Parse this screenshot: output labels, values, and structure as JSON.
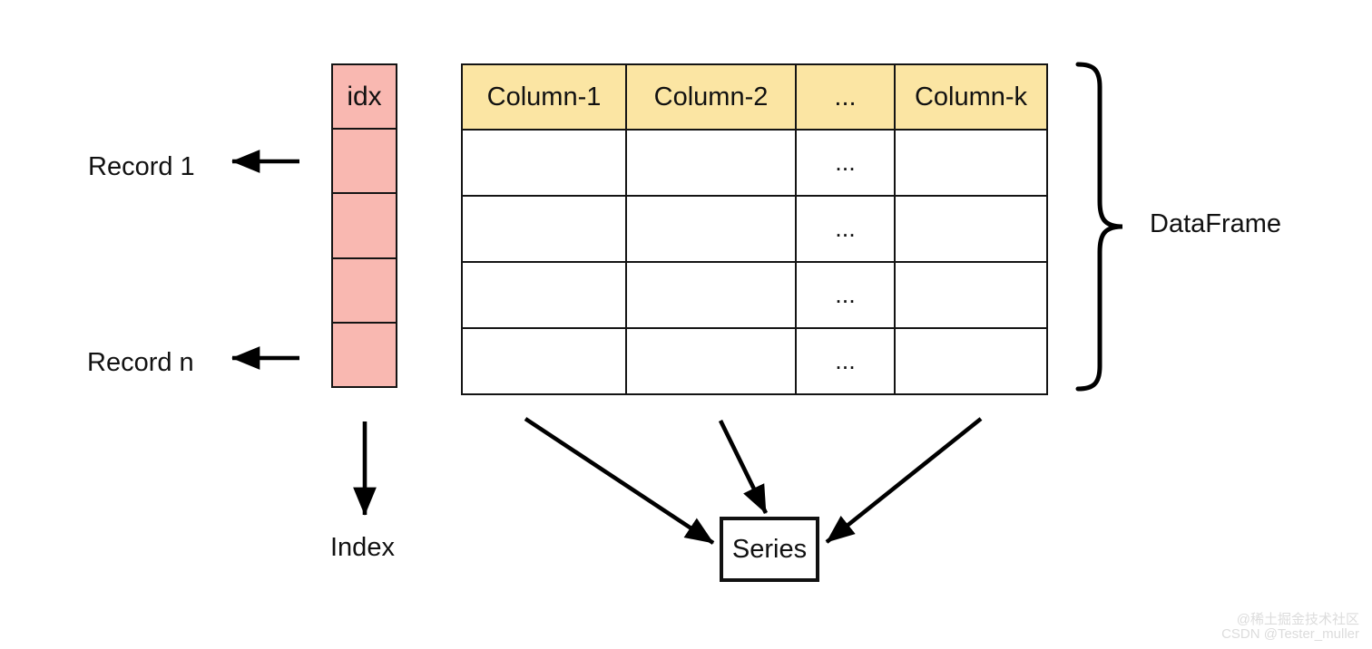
{
  "diagram": {
    "index_column": {
      "header": "idx",
      "row_count": 4
    },
    "table": {
      "headers": [
        "Column-1",
        "Column-2",
        "...",
        "Column-k"
      ],
      "rows": [
        {
          "c1": "",
          "c2": "",
          "dots": "...",
          "ck": ""
        },
        {
          "c1": "",
          "c2": "",
          "dots": "...",
          "ck": ""
        },
        {
          "c1": "",
          "c2": "",
          "dots": "...",
          "ck": ""
        },
        {
          "c1": "",
          "c2": "",
          "dots": "...",
          "ck": ""
        }
      ]
    },
    "labels": {
      "record_first": "Record 1",
      "record_last": "Record n",
      "index": "Index",
      "series": "Series",
      "dataframe": "DataFrame"
    },
    "colors": {
      "index_fill": "#F9B8B1",
      "header_fill": "#FBE5A3",
      "border": "#141414",
      "arrow": "#000000"
    }
  },
  "watermark": {
    "line1": "@稀土掘金技术社区",
    "line2": "CSDN @Tester_muller"
  }
}
